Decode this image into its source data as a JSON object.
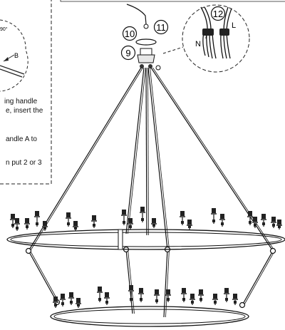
{
  "inset": {
    "angle_label": "90°",
    "arrow_label": "B",
    "lines": [
      "ing handle",
      "e, insert the",
      "andle A to",
      "n put 2 or 3"
    ]
  },
  "callouts": {
    "n9": "9",
    "n10": "10",
    "n11": "11",
    "n12": "12"
  },
  "wire_detail": {
    "neutral": "N",
    "live": "L"
  }
}
